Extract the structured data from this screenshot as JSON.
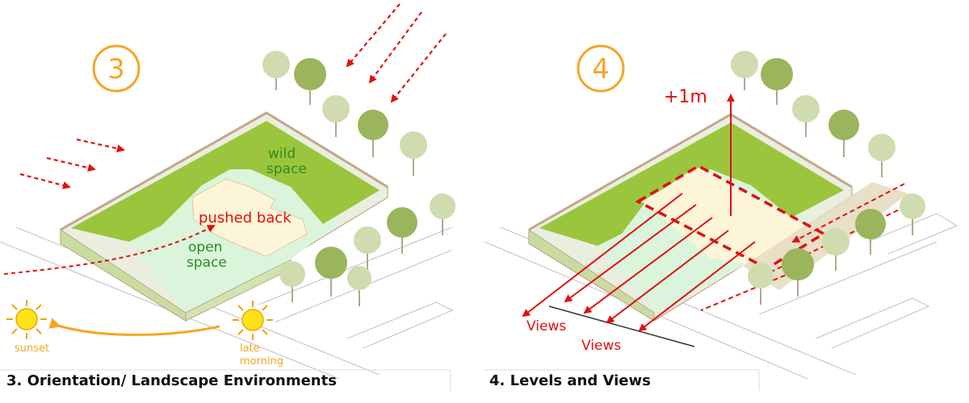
{
  "panel1": {
    "badge": "3",
    "caption": "3. Orientation/ Landscape Environments",
    "labels": {
      "wild": [
        "wild",
        "space"
      ],
      "pushed": "pushed back",
      "open": [
        "open",
        "space"
      ],
      "sunset": "sunset",
      "morning": [
        "late",
        "morning"
      ]
    }
  },
  "panel2": {
    "badge": "4",
    "caption": "4. Levels and Views",
    "labels": {
      "level": "+1m",
      "views_a": "Views",
      "views_b": "Views"
    }
  },
  "colors": {
    "badge": "#f5a623",
    "arrow_red": "#e01010",
    "label_green": "#2e8b1e",
    "wild_green": "#9bc53d",
    "open_green": "#daf5dc",
    "pushed_fill": "#fdf5d8",
    "sun": "#ffe21a",
    "sun_stroke": "#f0a500",
    "tree_dark": "#9ab55c",
    "tree_light": "#cfdcaf"
  }
}
